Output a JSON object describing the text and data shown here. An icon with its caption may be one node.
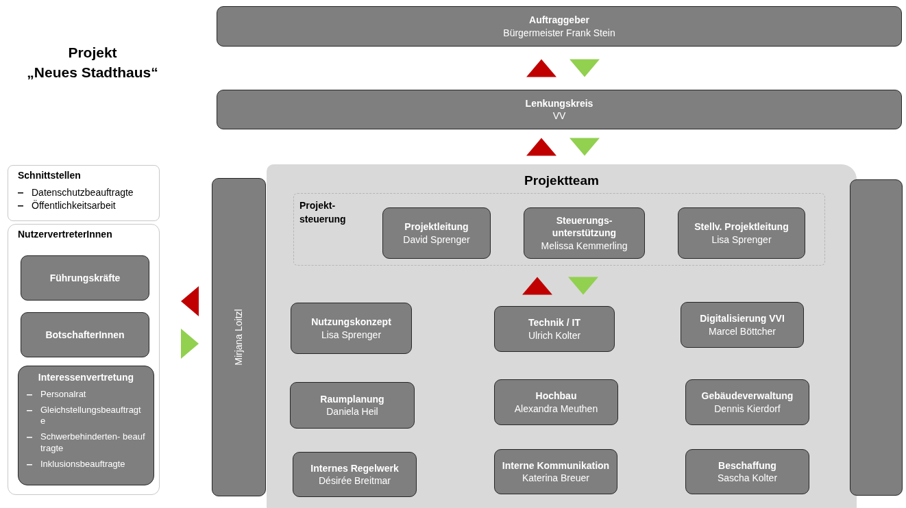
{
  "diagram": {
    "title": "Projekt „Neues Stadthaus“",
    "nodes": [
      {
        "text": [
          "Auftraggeber",
          "Bürgermeister Frank Stein"
        ]
      },
      {
        "text": [
          "Lenkungskreis",
          "VV"
        ]
      },
      {
        "text": [
          "Schnittstellen",
          "Datenschutzbeauftragte",
          "Öffentlichkeitsarbeit"
        ]
      },
      {
        "text": [
          "NutzervertreterInnen"
        ]
      },
      {
        "text": [
          "Führungskräfte"
        ],
        "in": 3
      },
      {
        "text": [
          "BotschafterInnen"
        ],
        "in": 3
      },
      {
        "text": [
          "Interessenvertretung",
          "Personalrat",
          "Gleichstellungsbeauftragte",
          "Schwerbehinderten- beauftragte",
          "Inklusionsbeauftragte"
        ],
        "in": 3
      },
      {
        "text": [
          "Mirjana Loitzl"
        ]
      },
      {
        "text": [
          "Projektteam"
        ]
      },
      {
        "text": [
          "Projekt- steuerung"
        ],
        "in": 8
      },
      {
        "text": [
          "Projektleitung",
          "David Sprenger"
        ],
        "in": 9
      },
      {
        "text": [
          "Steuerungs- unterstützung",
          "Melissa Kemmerling"
        ],
        "in": 9
      },
      {
        "text": [
          "Stellv. Projektleitung",
          "Lisa Sprenger"
        ],
        "in": 9
      },
      {
        "text": [
          "Nutzungskonzept",
          "Lisa Sprenger"
        ],
        "in": 8
      },
      {
        "text": [
          "Technik / IT",
          "Ulrich Kolter"
        ],
        "in": 8
      },
      {
        "text": [
          "Digitalisierung VVI",
          "Marcel Böttcher"
        ],
        "in": 8
      },
      {
        "text": [
          "Raumplanung",
          "Daniela Heil"
        ],
        "in": 8
      },
      {
        "text": [
          "Hochbau",
          "Alexandra Meuthen"
        ],
        "in": 8
      },
      {
        "text": [
          "Gebäudeverwaltung",
          "Dennis Kierdorf"
        ],
        "in": 8
      },
      {
        "text": [
          "Internes Regelwerk",
          "Désirée Breitmar"
        ],
        "in": 8
      },
      {
        "text": [
          "Interne Kommunikation",
          "Katerina Breuer"
        ],
        "in": 8
      },
      {
        "text": [
          "Beschaffung",
          "Sascha Kolter"
        ],
        "in": 8
      },
      {
        "text": [],
        "shape": "bar"
      }
    ],
    "edges": [
      {
        "from": 1,
        "to": 0,
        "arrow": "to",
        "color": "#c00000"
      },
      {
        "from": 0,
        "to": 1,
        "arrow": "to",
        "color": "#92d050"
      },
      {
        "from": 8,
        "to": 1,
        "arrow": "to",
        "color": "#c00000"
      },
      {
        "from": 1,
        "to": 8,
        "arrow": "to",
        "color": "#92d050"
      },
      {
        "from": 14,
        "to": 9,
        "arrow": "to",
        "color": "#c00000"
      },
      {
        "from": 9,
        "to": 14,
        "arrow": "to",
        "color": "#92d050"
      },
      {
        "from": 7,
        "to": 3,
        "arrow": "to",
        "color": "#c00000"
      },
      {
        "from": 3,
        "to": 7,
        "arrow": "to",
        "color": "#92d050"
      }
    ]
  }
}
